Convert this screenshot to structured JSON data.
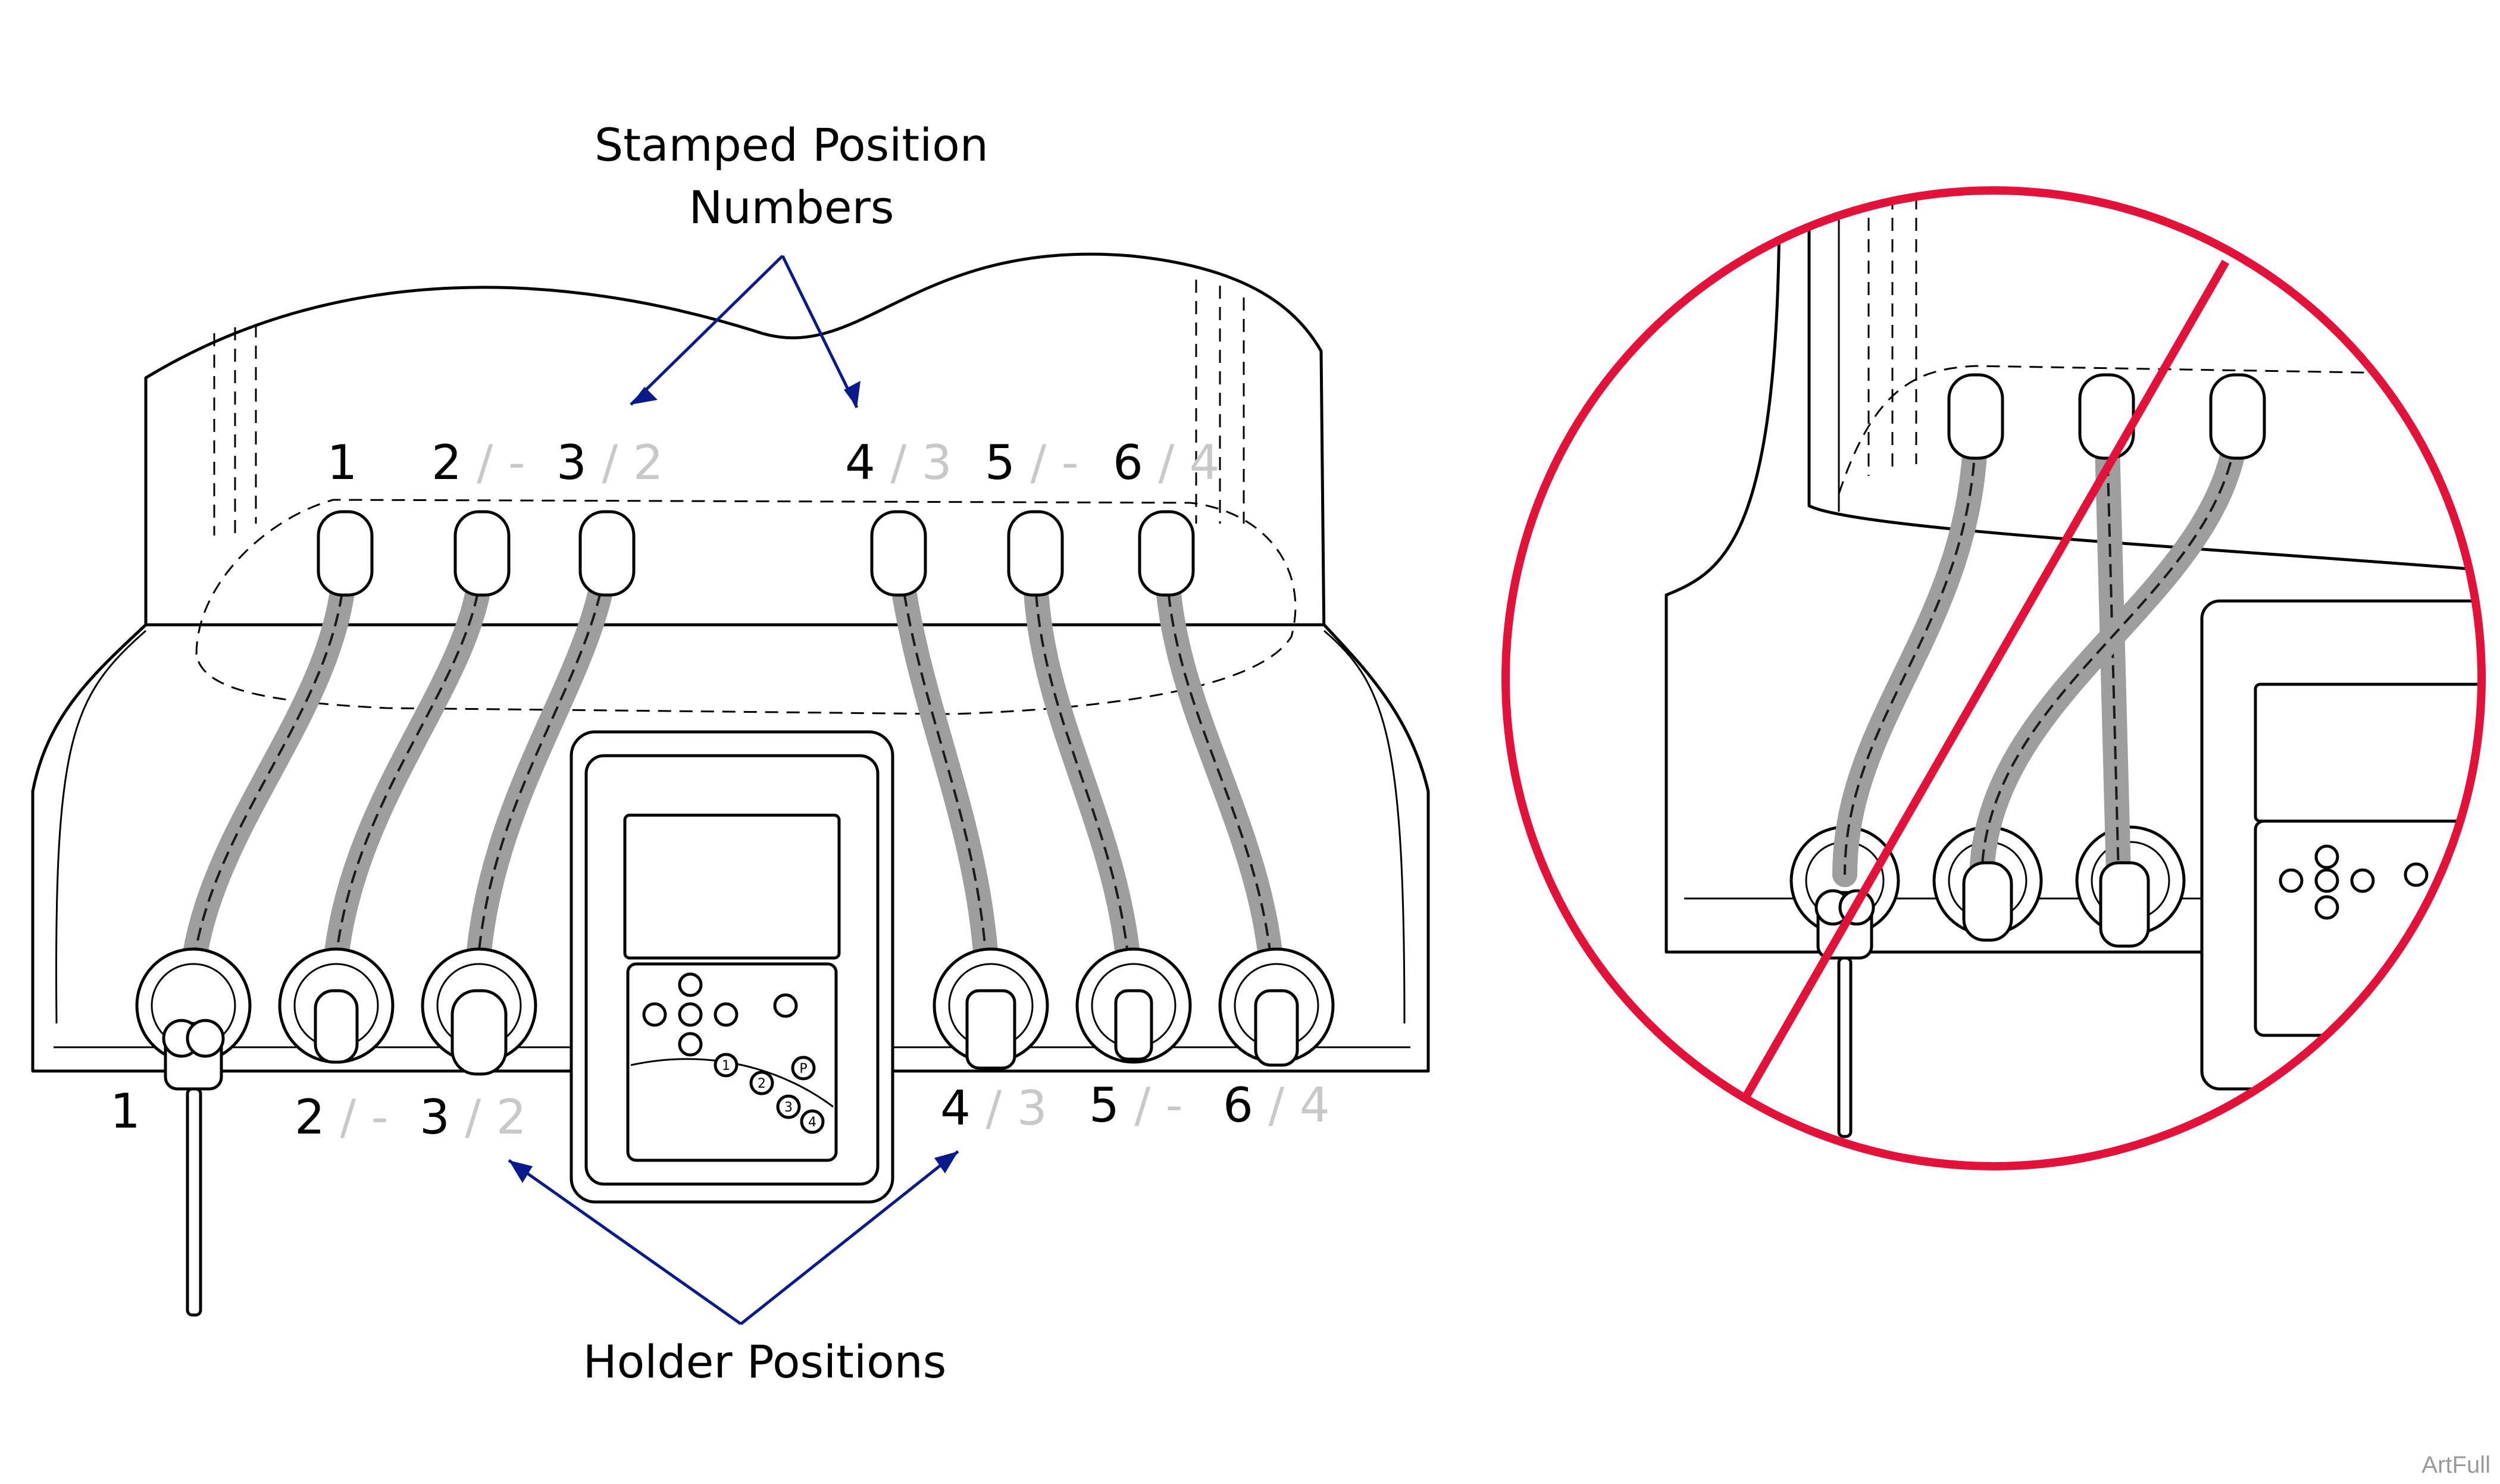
{
  "callouts": {
    "stamped_line1": "Stamped Position",
    "stamped_line2": "Numbers",
    "holder": "Holder Positions"
  },
  "stamped_numbers": [
    {
      "main": "1",
      "alt": ""
    },
    {
      "main": "2",
      "alt": " / -"
    },
    {
      "main": "3",
      "alt": " / 2"
    },
    {
      "main": "4",
      "alt": " / 3"
    },
    {
      "main": "5",
      "alt": " / -"
    },
    {
      "main": "6",
      "alt": " / 4"
    }
  ],
  "holder_numbers": [
    {
      "main": "1",
      "alt": ""
    },
    {
      "main": "2",
      "alt": " / -"
    },
    {
      "main": "3",
      "alt": " / 2"
    },
    {
      "main": "4",
      "alt": " / 3"
    },
    {
      "main": "5",
      "alt": " / -"
    },
    {
      "main": "6",
      "alt": " / 4"
    }
  ],
  "keypad_keys": [
    "1",
    "2",
    "3",
    "4",
    "P"
  ],
  "watermark": "ArtFull",
  "colors": {
    "arrow": "#0a1a8a",
    "prohibition": "#e3123a",
    "hose": "#9e9e9e",
    "secondary_number": "#c8c8c8"
  }
}
